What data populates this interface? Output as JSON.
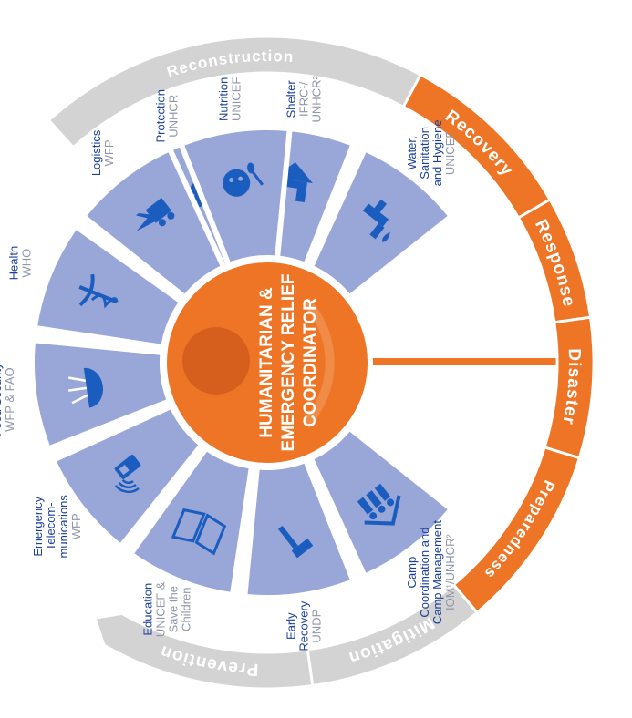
{
  "colors": {
    "segment": "#98a6d8",
    "icon": "#1b5dbf",
    "label_name": "#1c3f9c",
    "label_agency": "#8f96a8",
    "center": "#ee7526",
    "center_inner": "#d65f1d",
    "arc_active": "#ee7526",
    "arc_inactive": "#d3d3d3"
  },
  "center": {
    "lines": [
      "HUMANITARIAN &",
      "EMERGENCY RELIEF",
      "COORDINATOR"
    ]
  },
  "cycle": [
    {
      "label": "Reconstruction",
      "state": "inactive"
    },
    {
      "label": "Recovery",
      "state": "active"
    },
    {
      "label": "Response",
      "state": "active"
    },
    {
      "label": "Disaster",
      "state": "active"
    },
    {
      "label": "Preparedness",
      "state": "active"
    },
    {
      "label": "Mitigation",
      "state": "inactive"
    },
    {
      "label": "Prevention",
      "state": "inactive"
    }
  ],
  "clusters": [
    {
      "name_lines": [
        "Protection"
      ],
      "agency_lines": [
        "UNHCR"
      ],
      "icon": "protection-icon"
    },
    {
      "name_lines": [
        "Shelter"
      ],
      "agency_lines": [
        "IFRC¹/",
        "UNHCR²"
      ],
      "icon": "shelter-icon"
    },
    {
      "name_lines": [
        "Water,",
        "Sanitation",
        "and Hygiene"
      ],
      "agency_lines": [
        "UNICEF"
      ],
      "icon": "water-tap-icon"
    },
    {
      "name_lines": [
        "Camp",
        "Coordination and",
        "Camp Management"
      ],
      "agency_lines": [
        "IOM¹/UNHCR²"
      ],
      "icon": "family-shelter-icon"
    },
    {
      "name_lines": [
        "Early",
        "Recovery"
      ],
      "agency_lines": [
        "UNDP"
      ],
      "icon": "hammer-icon"
    },
    {
      "name_lines": [
        "Education"
      ],
      "agency_lines": [
        "UNICEF &",
        "Save the",
        "Children"
      ],
      "icon": "book-icon"
    },
    {
      "name_lines": [
        "Emergency",
        "Telecom-",
        "munications"
      ],
      "agency_lines": [
        "WFP"
      ],
      "icon": "radio-phone-icon"
    },
    {
      "name_lines": [
        "Food Security"
      ],
      "agency_lines": [
        "WFP & FAO"
      ],
      "icon": "wheat-bowl-icon"
    },
    {
      "name_lines": [
        "Health"
      ],
      "agency_lines": [
        "WHO"
      ],
      "icon": "caduceus-icon"
    },
    {
      "name_lines": [
        "Logistics"
      ],
      "agency_lines": [
        "WFP"
      ],
      "icon": "truck-plane-icon"
    },
    {
      "name_lines": [
        "Nutrition"
      ],
      "agency_lines": [
        "UNICEF"
      ],
      "icon": "nutrition-face-icon"
    }
  ]
}
